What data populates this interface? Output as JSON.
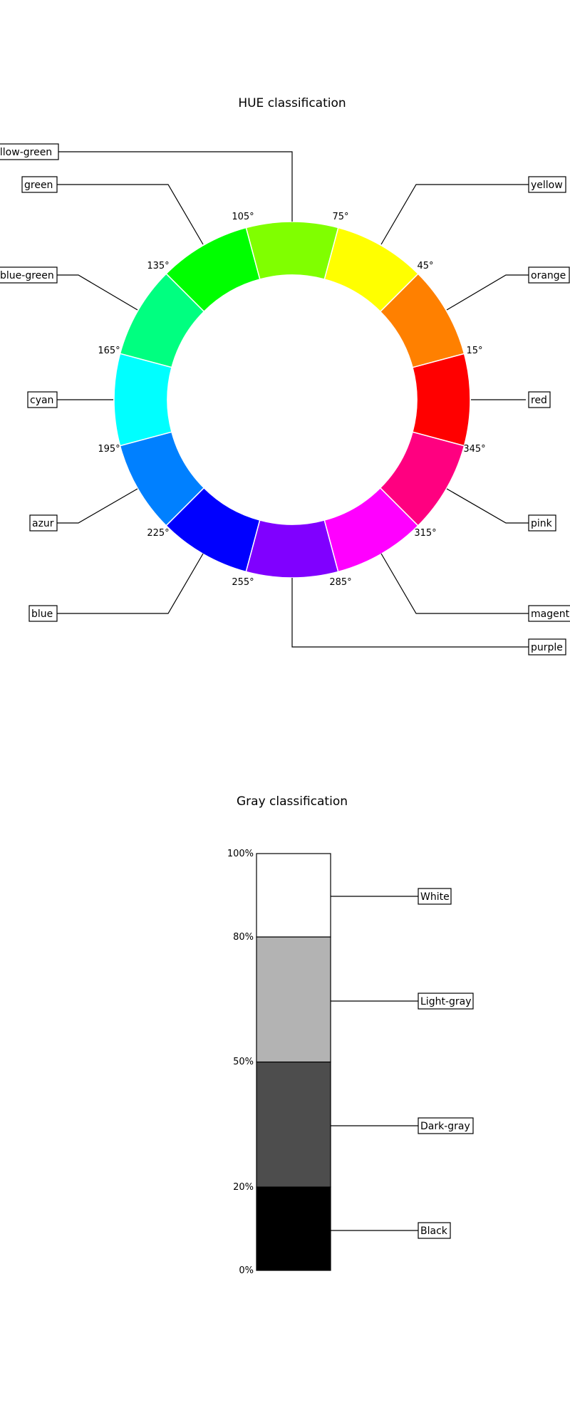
{
  "hue_chart": {
    "title": "HUE classification",
    "segments": [
      {
        "name": "red",
        "color": "#ff0000",
        "start": 345,
        "end": 15
      },
      {
        "name": "orange",
        "color": "#ff8000",
        "start": 15,
        "end": 45
      },
      {
        "name": "yellow",
        "color": "#ffff00",
        "start": 45,
        "end": 75
      },
      {
        "name": "yellow-green",
        "color": "#80ff00",
        "start": 75,
        "end": 105
      },
      {
        "name": "green",
        "color": "#00ff00",
        "start": 105,
        "end": 135
      },
      {
        "name": "blue-green",
        "color": "#00ff80",
        "start": 135,
        "end": 165
      },
      {
        "name": "cyan",
        "color": "#00ffff",
        "start": 165,
        "end": 195
      },
      {
        "name": "azur",
        "color": "#0080ff",
        "start": 195,
        "end": 225
      },
      {
        "name": "blue",
        "color": "#0000ff",
        "start": 225,
        "end": 255
      },
      {
        "name": "purple",
        "color": "#8000ff",
        "start": 255,
        "end": 285
      },
      {
        "name": "magenta",
        "color": "#ff00ff",
        "start": 285,
        "end": 315
      },
      {
        "name": "pink",
        "color": "#ff0080",
        "start": 315,
        "end": 345
      }
    ],
    "boundary_labels": [
      "15°",
      "45°",
      "75°",
      "105°",
      "135°",
      "165°",
      "195°",
      "225°",
      "255°",
      "285°",
      "315°",
      "345°"
    ]
  },
  "gray_chart": {
    "title": "Gray classification",
    "bands": [
      {
        "name": "Black",
        "color": "#000000",
        "from": 0,
        "to": 20
      },
      {
        "name": "Dark-gray",
        "color": "#4d4d4d",
        "from": 20,
        "to": 50
      },
      {
        "name": "Light-gray",
        "color": "#b3b3b3",
        "from": 50,
        "to": 80
      },
      {
        "name": "White",
        "color": "#ffffff",
        "from": 80,
        "to": 100
      }
    ],
    "ticks": [
      "0%",
      "20%",
      "50%",
      "80%",
      "100%"
    ]
  }
}
